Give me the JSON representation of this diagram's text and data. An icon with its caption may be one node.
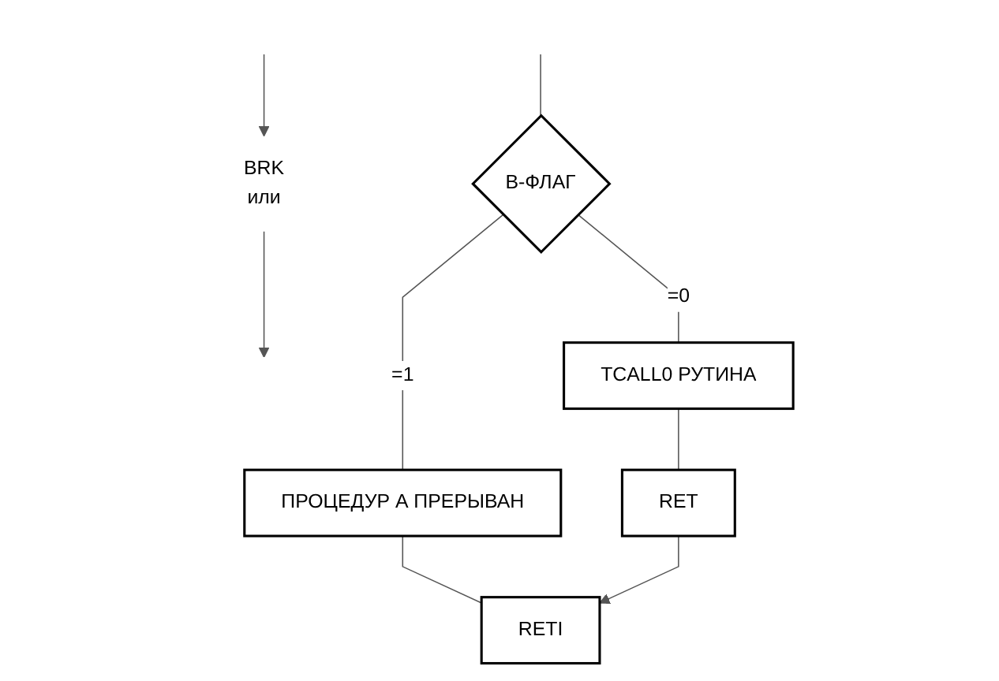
{
  "diagram": {
    "nodes": [
      {
        "text": [
          "BRK",
          "или"
        ]
      },
      {
        "text": [
          "В-ФЛАГ"
        ]
      },
      {
        "text": [
          "ПРОЦЕДУР А ПРЕРЫВАН"
        ]
      },
      {
        "text": [
          "TCALL0 РУТИНА"
        ]
      },
      {
        "text": [
          "RETI"
        ]
      },
      {
        "text": [
          "RET"
        ]
      }
    ],
    "edges": [
      {
        "from": null,
        "to": 0,
        "arrow": "to"
      },
      {
        "from": 0,
        "to": null,
        "arrow": "to"
      },
      {
        "from": null,
        "to": 1,
        "arrow": "none"
      },
      {
        "from": 1,
        "to": 2,
        "label": "=1",
        "arrow": "none"
      },
      {
        "from": 1,
        "to": 3,
        "label": "=0",
        "arrow": "none"
      },
      {
        "from": 2,
        "to": 4,
        "arrow": "none"
      },
      {
        "from": 3,
        "to": 5,
        "arrow": "none"
      },
      {
        "from": 5,
        "to": 4,
        "arrow": "to"
      }
    ]
  }
}
